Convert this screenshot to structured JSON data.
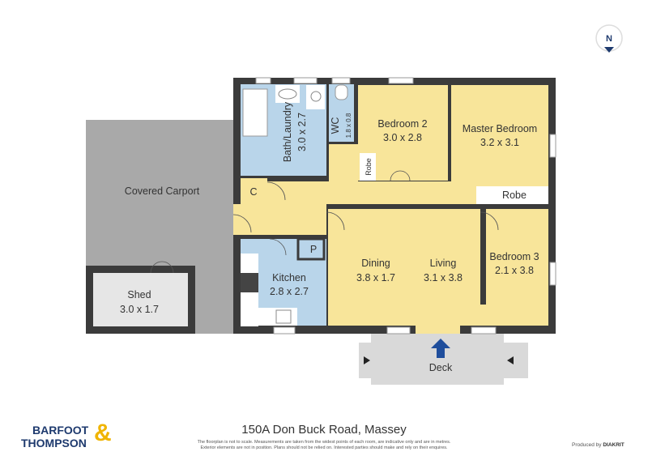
{
  "title": "150A Don Buck Road, Massey",
  "disclaimer_1": "The floorplan is not to scale. Measurements are taken from the widest points of each room, are indicative only and are in metres.",
  "disclaimer_2": "Exterior elements are not in position. Plans should not be relied on. Interested parties should make and rely on their enquires.",
  "logo": {
    "line1": "BARFOOT",
    "line2": "THOMPSON",
    "amp": "&"
  },
  "produced_by": "Produced by",
  "producer": "DIAKRIT",
  "compass": "N",
  "colors": {
    "living": "#f8e59a",
    "wet": "#b9d5ea",
    "wall": "#3b3b3b",
    "carport": "#a9a9a9",
    "deck": "#d9d9d9",
    "arrow": "#1f4e9c"
  },
  "rooms": {
    "carport": {
      "name": "Covered Carport"
    },
    "shed": {
      "name": "Shed",
      "size": "3.0 x 1.7"
    },
    "bath": {
      "name": "Bath/Laundry",
      "size": "3.0 x 2.7"
    },
    "wc": {
      "name": "WC",
      "size": "1.8 x 0.8"
    },
    "bed2": {
      "name": "Bedroom 2",
      "size": "3.0 x 2.8"
    },
    "master": {
      "name": "Master Bedroom",
      "size": "3.2 x 3.1"
    },
    "robe1": {
      "name": "Robe"
    },
    "robe2": {
      "name": "Robe"
    },
    "cupboard": {
      "name": "C"
    },
    "pantry": {
      "name": "P"
    },
    "kitchen": {
      "name": "Kitchen",
      "size": "2.8 x 2.7"
    },
    "dining": {
      "name": "Dining",
      "size": "3.8 x 1.7"
    },
    "living": {
      "name": "Living",
      "size": "3.1 x 3.8"
    },
    "bed3": {
      "name": "Bedroom 3",
      "size": "2.1 x 3.8"
    },
    "deck": {
      "name": "Deck"
    }
  }
}
